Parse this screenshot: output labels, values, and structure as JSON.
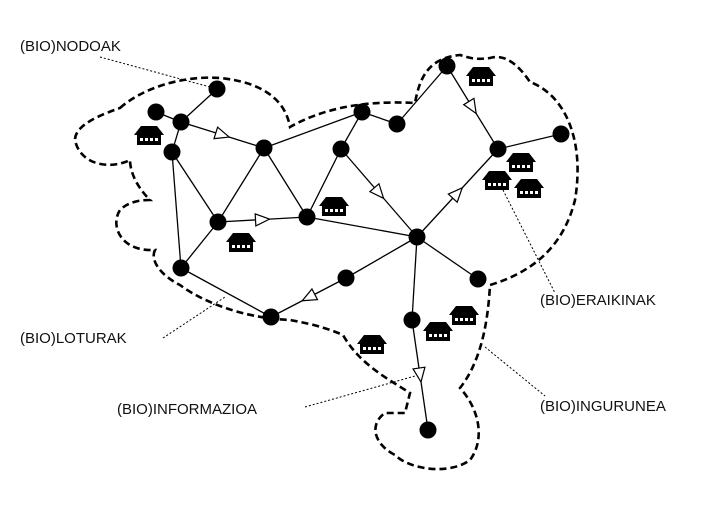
{
  "labels": {
    "nodes": "(BIO)NODOAK",
    "links": "(BIO)LOTURAK",
    "information": "(BIO)INFORMAZIOA",
    "buildings": "(BIO)ERAIKINAK",
    "environment": "(BIO)INGURUNEA"
  },
  "graph": {
    "node_count": 20,
    "edges": [
      [
        2,
        3
      ],
      [
        3,
        1
      ],
      [
        3,
        5,
        "arrow"
      ],
      [
        3,
        4
      ],
      [
        4,
        17
      ],
      [
        4,
        6
      ],
      [
        5,
        6
      ],
      [
        5,
        7
      ],
      [
        6,
        7,
        "arrow"
      ],
      [
        6,
        17
      ],
      [
        17,
        18
      ],
      [
        5,
        8
      ],
      [
        8,
        10
      ],
      [
        8,
        9
      ],
      [
        9,
        7
      ],
      [
        9,
        14,
        "arrow"
      ],
      [
        7,
        14
      ],
      [
        10,
        11
      ],
      [
        11,
        12,
        "arrow"
      ],
      [
        12,
        13
      ],
      [
        14,
        12,
        "arrow"
      ],
      [
        14,
        16
      ],
      [
        14,
        15
      ],
      [
        15,
        18,
        "arrow"
      ],
      [
        14,
        19
      ],
      [
        19,
        20,
        "arrow"
      ]
    ],
    "house_count": 10
  },
  "colors": {
    "ink": "#000000",
    "background": "#ffffff"
  }
}
